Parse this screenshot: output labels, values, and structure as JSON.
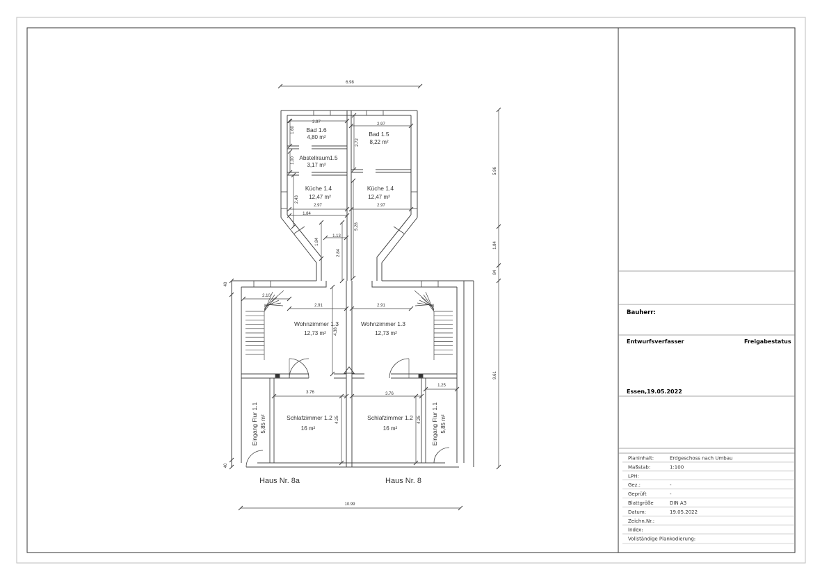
{
  "plan": {
    "rooms": {
      "bad_l": {
        "name": "Bad 1.6",
        "area": "4,80 m²"
      },
      "bad_r": {
        "name": "Bad 1.5",
        "area": "8,22 m²"
      },
      "abst": {
        "name": "Abstellraum1.5",
        "area": "3,17 m²"
      },
      "kue_l": {
        "name": "Küche 1.4",
        "area": "12,47 m²"
      },
      "kue_r": {
        "name": "Küche 1.4",
        "area": "12,47 m²"
      },
      "wohn_l": {
        "name": "Wohnzimmer  1.3",
        "area": "12,73 m²"
      },
      "wohn_r": {
        "name": "Wohnzimmer  1.3",
        "area": "12,73 m²"
      },
      "schl_l": {
        "name": "Schlafzimmer 1.2",
        "area": "16 m²"
      },
      "schl_r": {
        "name": "Schlafzimmer 1.2",
        "area": "16 m²"
      },
      "flur_l": {
        "name": "Eingang Flur 1.1",
        "area": "5,85 m²"
      },
      "flur_r": {
        "name": "Eingang Flur 1.1",
        "area": "5,85 m²"
      }
    },
    "houses": {
      "left": "Haus Nr. 8a",
      "right": "Haus Nr. 8"
    },
    "dims": {
      "top": "6.98",
      "bottom": "10.99",
      "right_a": "5.96",
      "right_b": "1.84",
      "right_c": "84",
      "right_d": "9.61",
      "bad_w_l": "2.97",
      "bad_w_r": "2.97",
      "bad_h_l": "1.60",
      "bad_h_r": "2.72",
      "abst_h": "1.00",
      "kue_h": "2.43",
      "kue_w_l": "2.97",
      "kue_w_r": "2.97",
      "kue_sub": "1.84",
      "diag_v": "1.84",
      "corr_w": "1.13",
      "corr_h": "2.84",
      "r_528": "5.28",
      "stair_w": "2.10",
      "wohn_w_l": "2.91",
      "wohn_w_r": "2.91",
      "wohn_h": "4.38",
      "schl_w_l": "3.76",
      "schl_w_r": "3.76",
      "schl_h_l": "4.25",
      "schl_h_r": "4.25",
      "flur_w": "1.25",
      "left_a": "40",
      "left_b": "40"
    }
  },
  "titleblock": {
    "bauherr": "Bauherr:",
    "entwurf": "Entwurfsverfasser",
    "freigabe": "Freigabestatus",
    "date_place": "Essen,19.05.2022",
    "rows": [
      {
        "label": "Planinhalt:",
        "value": "Erdgeschoss nach Umbau"
      },
      {
        "label": "Maßstab:",
        "value": "1:100"
      },
      {
        "label": "LPH:",
        "value": ""
      },
      {
        "label": "Gez.:",
        "value": "-"
      },
      {
        "label": "Geprüft",
        "value": "-"
      },
      {
        "label": "Blattgröße",
        "value": "DIN A3"
      },
      {
        "label": "Datum:",
        "value": "19.05.2022"
      },
      {
        "label": "Zeichn.Nr.:",
        "value": ""
      },
      {
        "label": "Index:",
        "value": ""
      },
      {
        "label": "Vollständige Plankodierung:",
        "value": ""
      }
    ]
  }
}
